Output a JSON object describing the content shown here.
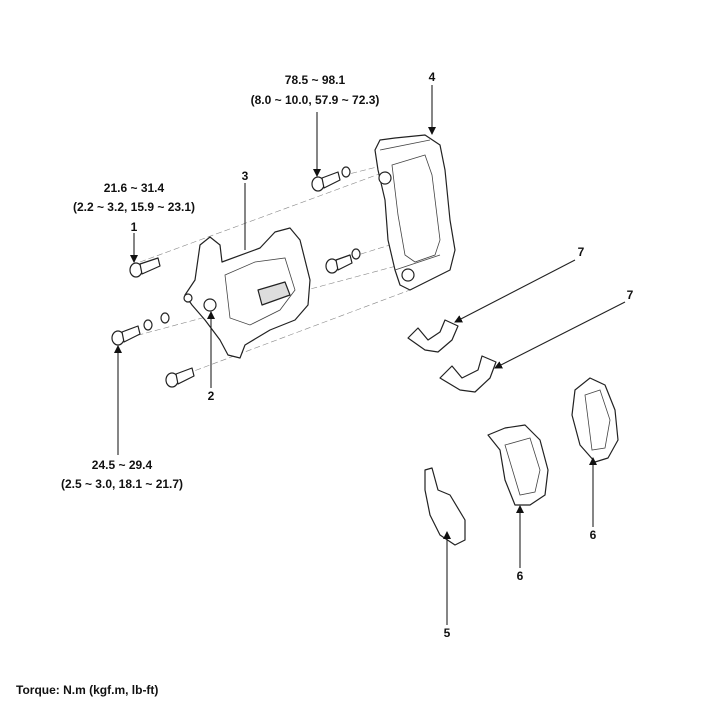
{
  "callouts": {
    "torque_top": {
      "value": "78.5 ~ 98.1",
      "alt": "(8.0 ~ 10.0, 57.9 ~ 72.3)"
    },
    "torque_left": {
      "value": "21.6 ~ 31.4",
      "alt": "(2.2 ~ 3.2, 15.9 ~ 23.1)"
    },
    "torque_bottom": {
      "value": "24.5 ~ 29.4",
      "alt": "(2.5 ~ 3.0, 18.1 ~ 21.7)"
    }
  },
  "part_numbers": {
    "p1": "1",
    "p2": "2",
    "p3": "3",
    "p4": "4",
    "p5": "5",
    "p6a": "6",
    "p6b": "6",
    "p7a": "7",
    "p7b": "7"
  },
  "footer": {
    "torque_units": "Torque: N.m (kgf.m, lb-ft)"
  }
}
